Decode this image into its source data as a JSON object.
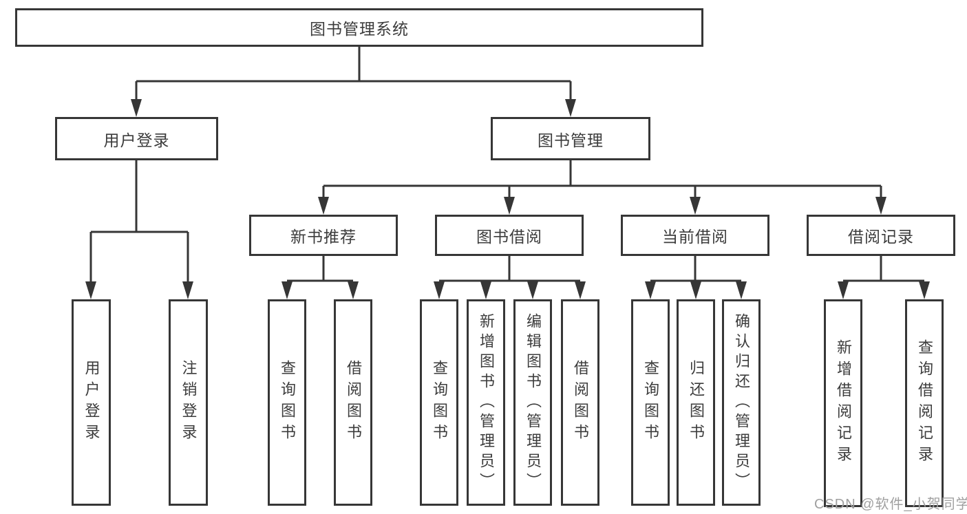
{
  "diagram": {
    "root": "图书管理系统",
    "user_login": {
      "label": "用户登录",
      "children": [
        "用户登录",
        "注销登录"
      ]
    },
    "book_management": {
      "label": "图书管理",
      "sections": [
        {
          "label": "新书推荐",
          "children": [
            "查询图书",
            "借阅图书"
          ]
        },
        {
          "label": "图书借阅",
          "children": [
            "查询图书",
            "新增图书（管理员）",
            "编辑图书（管理员）",
            "借阅图书"
          ]
        },
        {
          "label": "当前借阅",
          "children": [
            "查询图书",
            "归还图书",
            "确认归还（管理员）"
          ]
        },
        {
          "label": "借阅记录",
          "children": [
            "新增借阅记录",
            "查询借阅记录"
          ]
        }
      ]
    }
  },
  "watermark": "CSDN @软件_小贺同学",
  "colors": {
    "line": "#363636",
    "text": "#3c3c3c",
    "box_background": "#ffffff",
    "watermark_text": "#a0a0a0"
  }
}
